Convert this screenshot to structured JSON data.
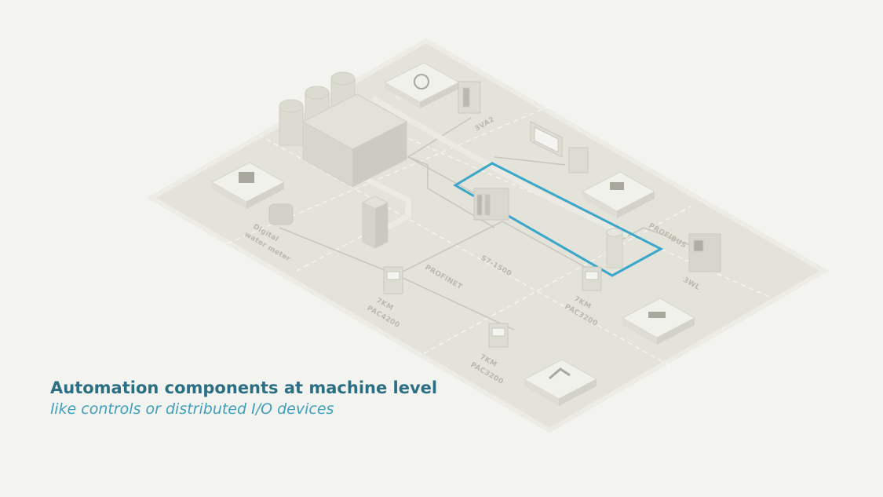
{
  "caption": {
    "title": "Automation components at machine level",
    "subtitle": "like controls or distributed I/O devices"
  },
  "labels": {
    "switch_3va2": "3VA2",
    "plc_s71500": "S7-1500",
    "profinet": "PROFINET",
    "profibus": "PROFIBUS",
    "breaker_3wl": "3WL",
    "water_meter_line1": "Digital",
    "water_meter_line2": "water meter",
    "pac4200_line1": "7KM",
    "pac4200_line2": "PAC4200",
    "pac3200a_line1": "7KM",
    "pac3200a_line2": "PAC3200",
    "pac3200b_line1": "7KM",
    "pac3200b_line2": "PAC3200"
  },
  "colors": {
    "background": "#f3f3ef",
    "platform": "#e3e3da",
    "device": "#dadad0",
    "highlight": "#3aa6c9",
    "title": "#2c6f84",
    "subtitle": "#3e9fbd"
  }
}
